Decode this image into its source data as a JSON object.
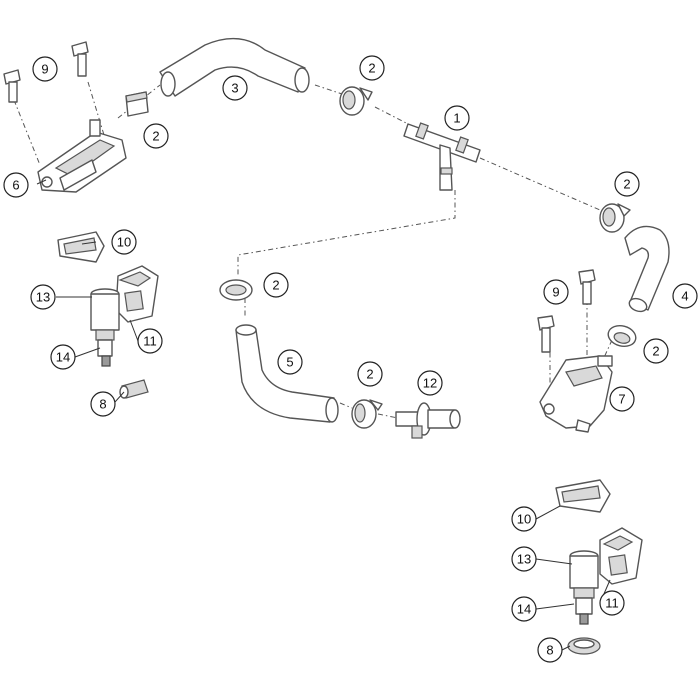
{
  "diagram": {
    "callouts": [
      {
        "id": "c9a",
        "label": "9"
      },
      {
        "id": "c3",
        "label": "3"
      },
      {
        "id": "c2a",
        "label": "2"
      },
      {
        "id": "c2b",
        "label": "2"
      },
      {
        "id": "c6",
        "label": "6"
      },
      {
        "id": "c1",
        "label": "1"
      },
      {
        "id": "c2c",
        "label": "2"
      },
      {
        "id": "c10a",
        "label": "10"
      },
      {
        "id": "c2d",
        "label": "2"
      },
      {
        "id": "c13a",
        "label": "13"
      },
      {
        "id": "c11a",
        "label": "11"
      },
      {
        "id": "c14a",
        "label": "14"
      },
      {
        "id": "c8a",
        "label": "8"
      },
      {
        "id": "c5",
        "label": "5"
      },
      {
        "id": "c2e",
        "label": "2"
      },
      {
        "id": "c12",
        "label": "12"
      },
      {
        "id": "c9b",
        "label": "9"
      },
      {
        "id": "c4",
        "label": "4"
      },
      {
        "id": "c2f",
        "label": "2"
      },
      {
        "id": "c7",
        "label": "7"
      },
      {
        "id": "c10b",
        "label": "10"
      },
      {
        "id": "c13b",
        "label": "13"
      },
      {
        "id": "c11b",
        "label": "11"
      },
      {
        "id": "c14b",
        "label": "14"
      },
      {
        "id": "c8b",
        "label": "8"
      }
    ]
  }
}
